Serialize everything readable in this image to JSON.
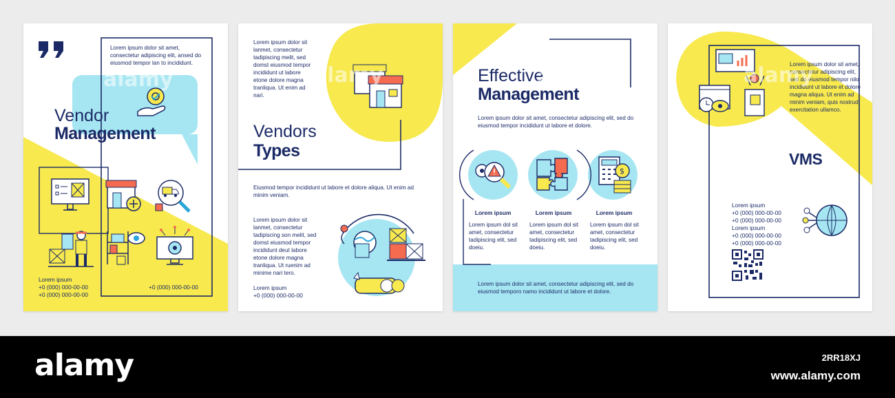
{
  "colors": {
    "navy": "#1b2a66",
    "yellow": "#f7e94e",
    "cyan": "#a6e6f2",
    "paper": "#ffffff"
  },
  "page1": {
    "quote_icon": "quote-mark-icon",
    "intro": "Lorem ipsum dolor sit amet, consectetur adipiscing elit, ansed do eiusmod tempor lan to incididunt.",
    "title_light": "Vendor",
    "title_bold": "Management",
    "contact_label": "Lorem ipsum",
    "phone1": "+0 (000) 000-00-00",
    "phone2": "+0 (000) 000-00-00",
    "phone3": "+0 (000) 000-00-00"
  },
  "page2": {
    "intro": "Lorem ipsum dolor sit lanmet, consectetur tadipiscing melit, sed domst eiusmod tempor incididunt ut labore etone dolore magna tranliqua. Ut enim ad nari.",
    "title_light": "Vendors",
    "title_bold": "Types",
    "para1": "Eiusmod tempor incididunt ut labore et dolore aliqua. Ut enim ad minim veniam.",
    "para2": "Lorem ipsum dolor sit lanmet, consectetur tadipiscing son melit, sed domst eiusmod tempor incididunt deut labore etone dolore magna tranliqua. Ut ruenim ad minime nari tero.",
    "contact_label": "Lorem ipsum",
    "phone": "+0 (000) 000-00-00"
  },
  "page3": {
    "title_light": "Effective",
    "title_bold": "Management",
    "intro": "Lorem ipsum dolor sit amet, consectetur adipiscing elit, sed do eiusmod tempor incididunt ut labore et dolore.",
    "columns": [
      {
        "label": "Lorem ipsum",
        "text": "Lorem ipsum dol sit amet, consectetur tadipiscing elit, sed doeiu."
      },
      {
        "label": "Lorem ipsum",
        "text": "Lorem ipsum dol sit amet, consectetur tadipiscing elit, sed doeiu."
      },
      {
        "label": "Lorem ipsum",
        "text": "Lorem ipsum dol sit amet, consectetur tadipiscing elit, sed doeiu."
      }
    ],
    "footer": "Lorem ipsum dolor sit amet, consectetur adipiscing elit, sed do eiusmod temporo namo incididunt ut labore et dolore."
  },
  "page4": {
    "intro": "Lorem ipsum dolor sit amet, consectetur adipiscing elit, sed do eiusmod tempor nilo incididunt ut labore et dolore magna aliqua. Ut enim ad minim veniam, quis nostrud exercitation ullamco.",
    "title": "VMS",
    "contact_label1": "Lorem ipsum",
    "phone1": "+0 (000) 000-00-00",
    "phone2": "+0 (000) 000-00-00",
    "contact_label2": "Lorem ipsum",
    "phone3": "+0 (000) 000-00-00",
    "phone4": "+0 (000) 000-00-00"
  },
  "watermark": {
    "brand": "alamy",
    "image_id": "2RR18XJ",
    "url": "www.alamy.com",
    "overlay": "alamy"
  }
}
